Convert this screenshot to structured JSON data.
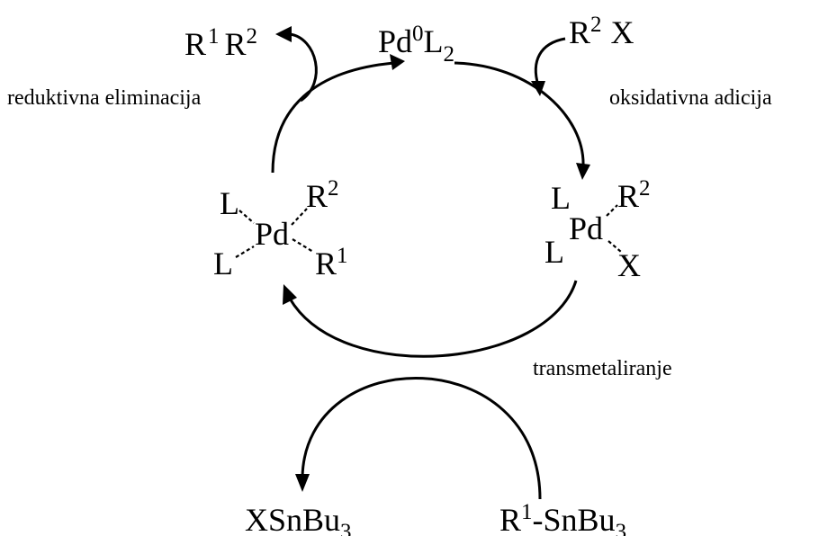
{
  "reagents": {
    "pd0": {
      "base": "Pd",
      "sup": "0",
      "ligand": "L",
      "sub": "2"
    },
    "r2x": {
      "r": "R",
      "sup": "2",
      "x": "X"
    },
    "r1r2": {
      "r1": "R",
      "sup1": "1",
      "r2": "R",
      "sup2": "2"
    },
    "xsnbu3": {
      "base": "XSnBu",
      "sub": "3"
    },
    "r1snbu3": {
      "r": "R",
      "sup": "1",
      "dash": "-",
      "sn": "SnBu",
      "sub": "3"
    }
  },
  "steps": {
    "reductive_elimination": "reduktivna eliminacija",
    "oxidative_addition": "oksidativna adicija",
    "transmetalation": "transmetaliranje"
  },
  "complex_left": {
    "metal": "Pd",
    "ligand_top": "L",
    "ligand_bottom": "L",
    "r_top": "R",
    "r_top_sup": "2",
    "r_bottom": "R",
    "r_bottom_sup": "1"
  },
  "complex_right": {
    "metal": "Pd",
    "ligand_top": "L",
    "ligand_bottom": "L",
    "r_top": "R",
    "r_top_sup": "2",
    "x": "X"
  }
}
